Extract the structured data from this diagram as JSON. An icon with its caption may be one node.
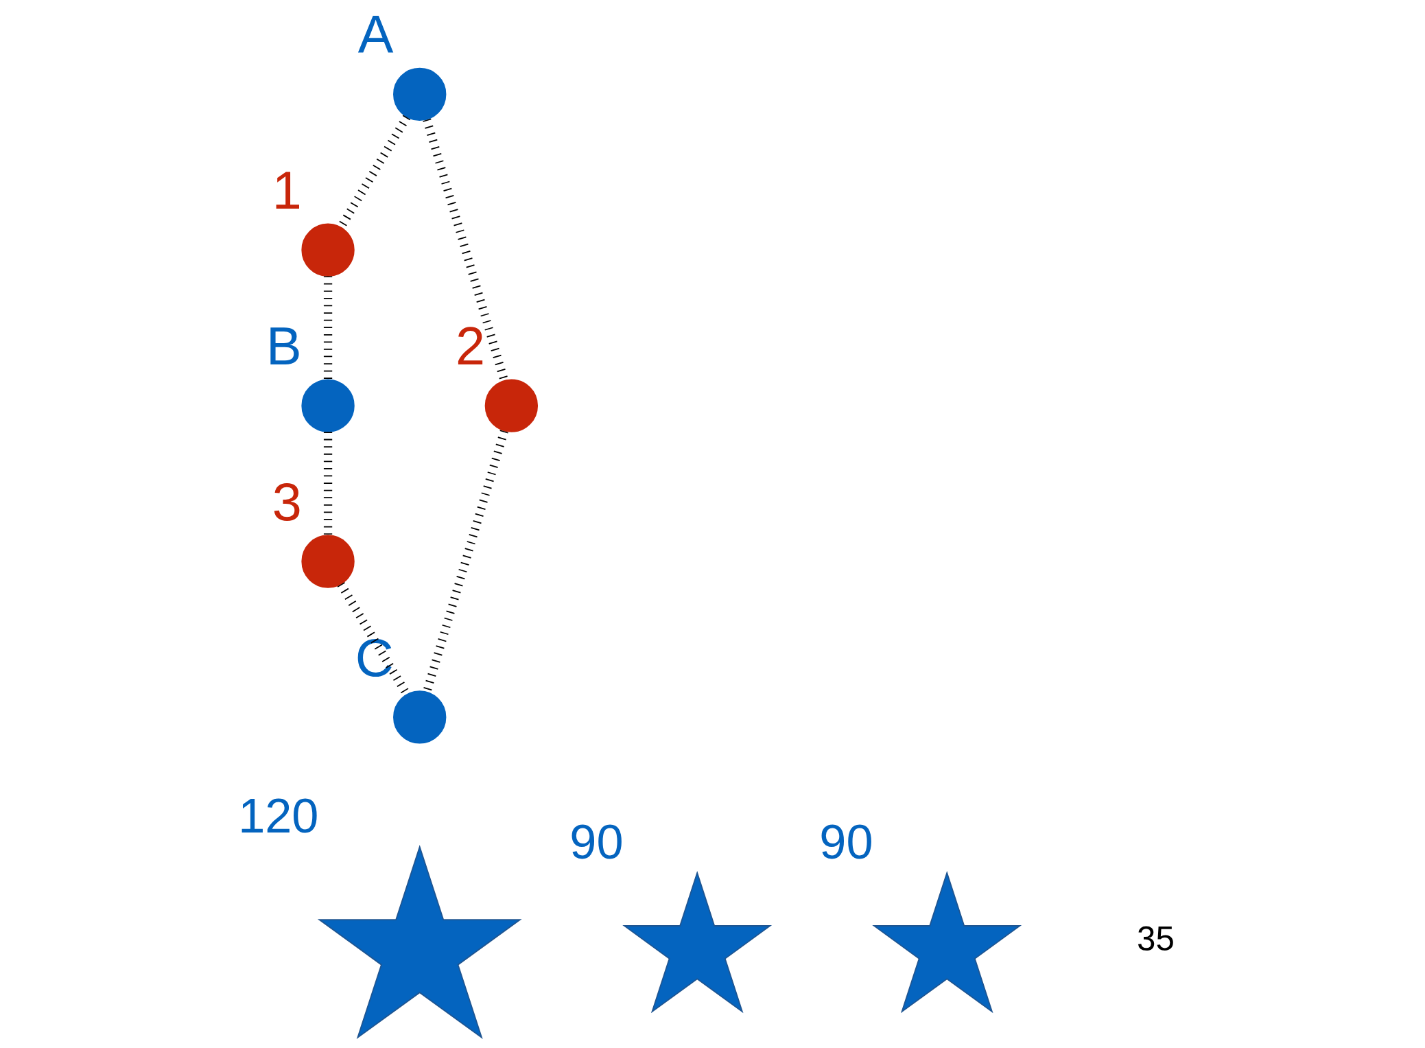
{
  "diagram": {
    "nodes": [
      {
        "text": [],
        "shape": "circle",
        "beside": [
          "1"
        ]
      },
      {
        "text": [],
        "shape": "circle",
        "beside": [
          "2"
        ]
      },
      {
        "text": [],
        "shape": "circle",
        "beside": [
          "3"
        ]
      },
      {
        "text": [],
        "shape": "circle",
        "beside": [
          "A"
        ]
      },
      {
        "text": [],
        "shape": "circle",
        "beside": [
          "B"
        ]
      },
      {
        "text": [],
        "shape": "circle",
        "beside": [
          "C"
        ]
      },
      {
        "text": [],
        "shape": "star",
        "beside": [
          "120"
        ]
      },
      {
        "text": [],
        "shape": "star",
        "beside": [
          "90"
        ]
      },
      {
        "text": [],
        "shape": "star",
        "beside": [
          "90"
        ]
      }
    ],
    "edges": [
      {
        "from": 3,
        "to": 0,
        "arrow": "none",
        "style": "dashed"
      },
      {
        "from": 0,
        "to": 4,
        "arrow": "none",
        "style": "dashed"
      },
      {
        "from": 3,
        "to": 1,
        "arrow": "none",
        "style": "dashed"
      },
      {
        "from": 1,
        "to": 5,
        "arrow": "none",
        "style": "dashed"
      },
      {
        "from": 4,
        "to": 2,
        "arrow": "none",
        "style": "dashed"
      },
      {
        "from": 2,
        "to": 5,
        "arrow": "none",
        "style": "dashed"
      }
    ],
    "labels": [
      "35"
    ]
  }
}
